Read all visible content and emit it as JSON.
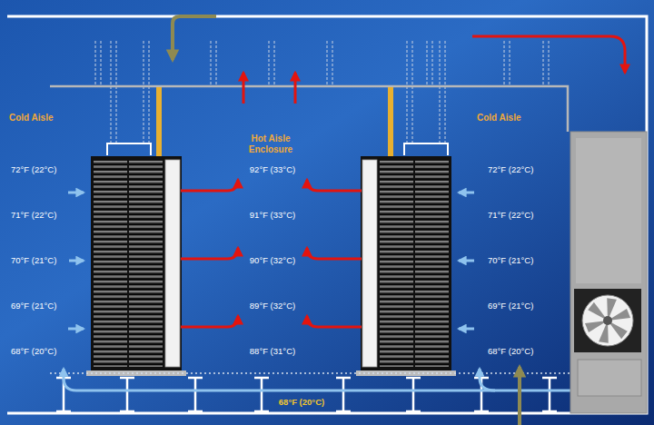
{
  "diagram": {
    "labels": [
      "Cold Aisle",
      "Hot Aisle Enclosure",
      "Cold Aisle",
      "72°F (22°C)",
      "92°F (33°C)",
      "72°F (22°C)",
      "71°F (22°C)",
      "91°F (33°C)",
      "71°F (22°C)",
      "70°F (21°C)",
      "90°F (32°C)",
      "70°F (21°C)",
      "69°F (21°C)",
      "89°F (32°C)",
      "69°F (21°C)",
      "68°F (20°C)",
      "88°F (31°C)",
      "68°F (20°C)",
      "68°F (20°C)"
    ]
  }
}
